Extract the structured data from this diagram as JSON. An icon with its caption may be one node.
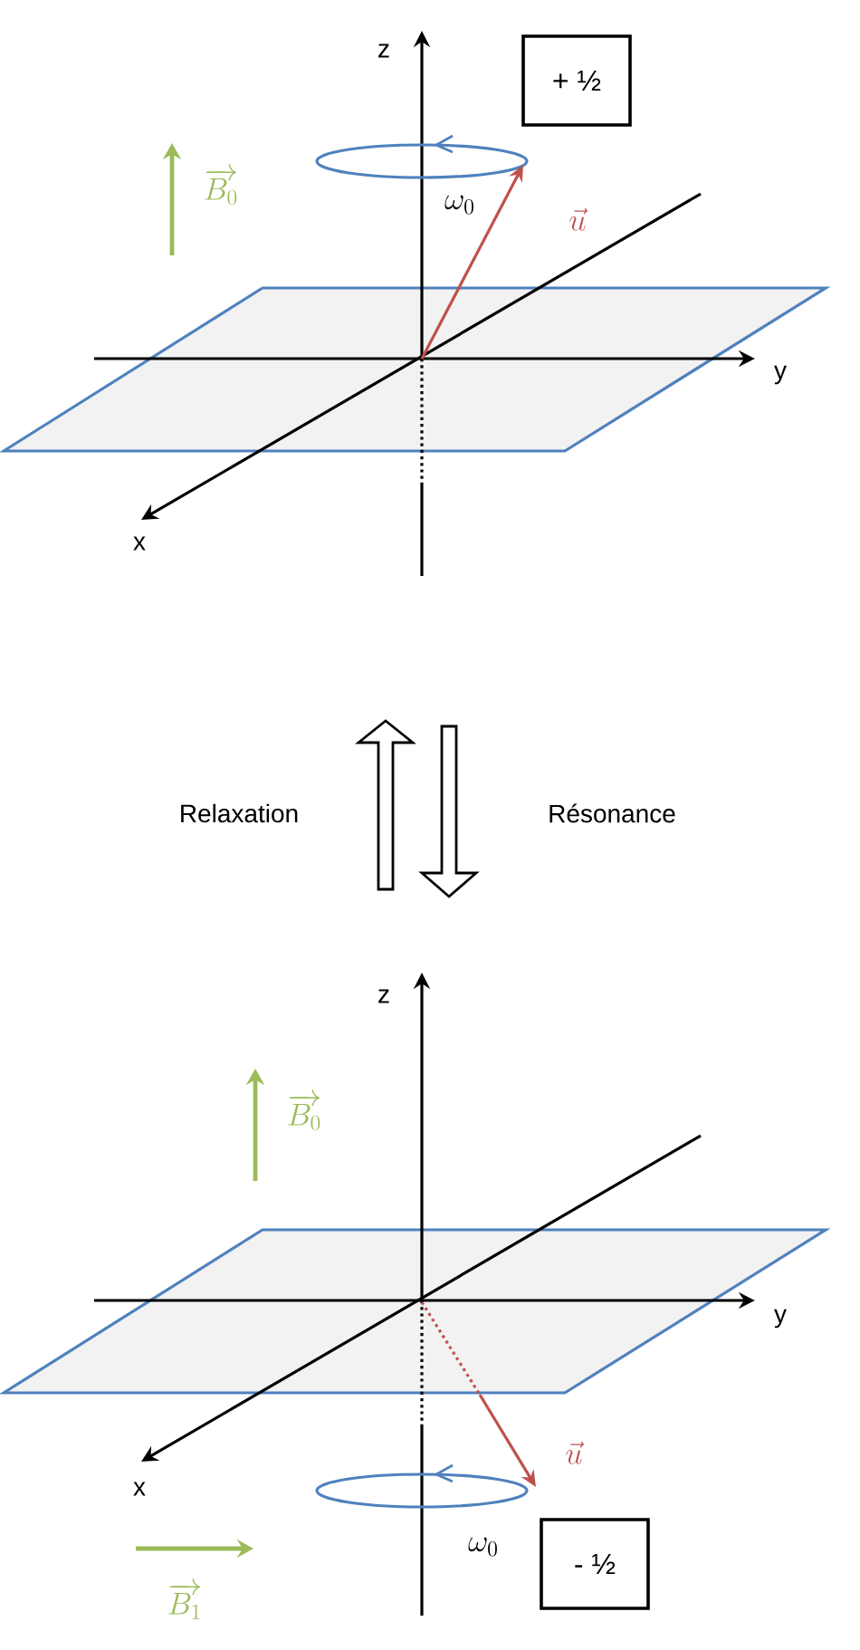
{
  "diagram": {
    "nodes": [
      {
        "text": [
          "+ ½"
        ]
      },
      {
        "text": [
          "- ½"
        ]
      }
    ],
    "labels": [
      "z",
      "\\overrightarrow{B_0}",
      "\\omega_0",
      "\\vec{u}",
      "y",
      "x",
      "Relaxation",
      "Résonance",
      "z",
      "\\overrightarrow{B_0}",
      "y",
      "\\vec{u}",
      "x",
      "\\omega_0",
      "\\overrightarrow{B_1}"
    ]
  }
}
